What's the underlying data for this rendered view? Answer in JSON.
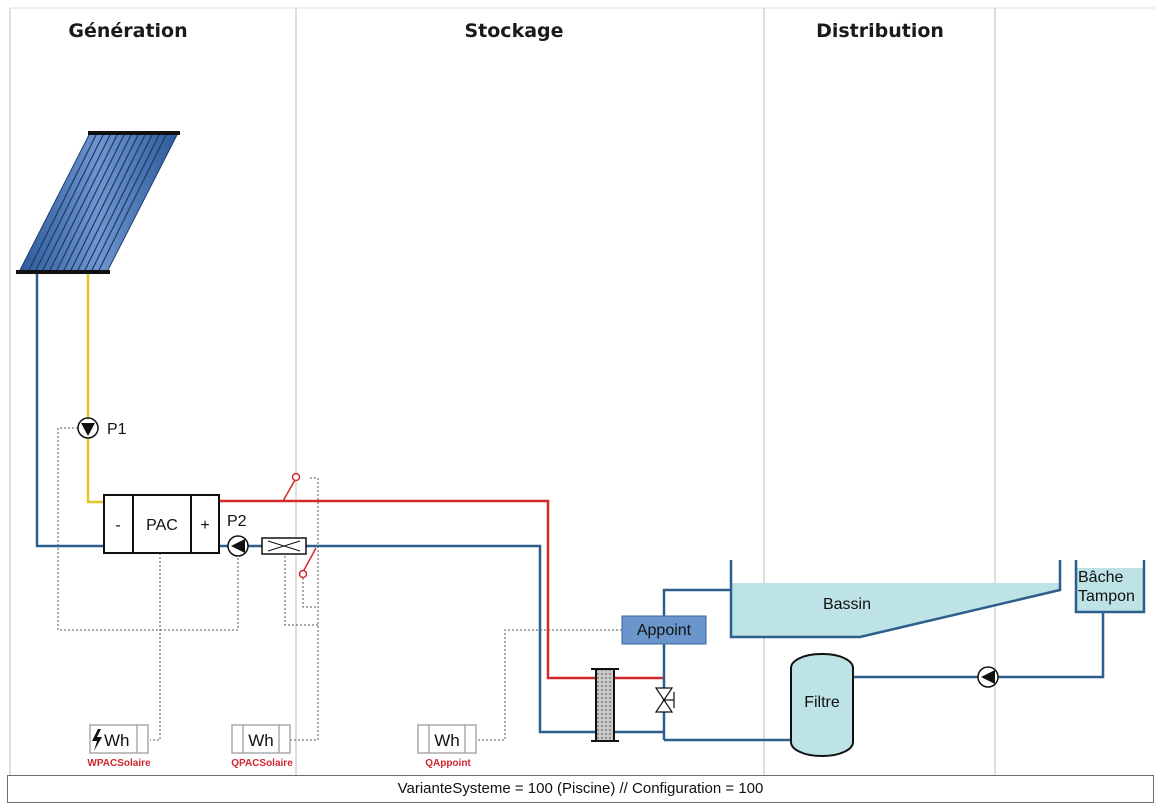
{
  "columns": {
    "generation": "Génération",
    "stockage": "Stockage",
    "distribution": "Distribution"
  },
  "components": {
    "pump_p1": "P1",
    "pump_p2": "P2",
    "pac": "PAC",
    "pac_minus": "-",
    "pac_plus": "+",
    "appoint": "Appoint",
    "bassin": "Bassin",
    "bache_line1": "Bâche",
    "bache_line2": "Tampon",
    "filtre": "Filtre"
  },
  "meters": [
    {
      "unit": "Wh",
      "name": "WPACSolaire",
      "icon": "lightning-icon"
    },
    {
      "unit": "Wh",
      "name": "QPACSolaire"
    },
    {
      "unit": "Wh",
      "name": "QAppoint"
    }
  ],
  "footer": "VarianteSysteme = 100 (Piscine)  // Configuration = 100",
  "colors": {
    "supply_pipe": "#d22a2a",
    "return_pipe": "#2d5f8c",
    "solar_pipe": "#e6c52a",
    "control_line": "#555555",
    "water": "#bde3e6",
    "appoint_box": "#6a96cc",
    "collector": "#3f6fb0",
    "meter_label": "#d0262f"
  }
}
